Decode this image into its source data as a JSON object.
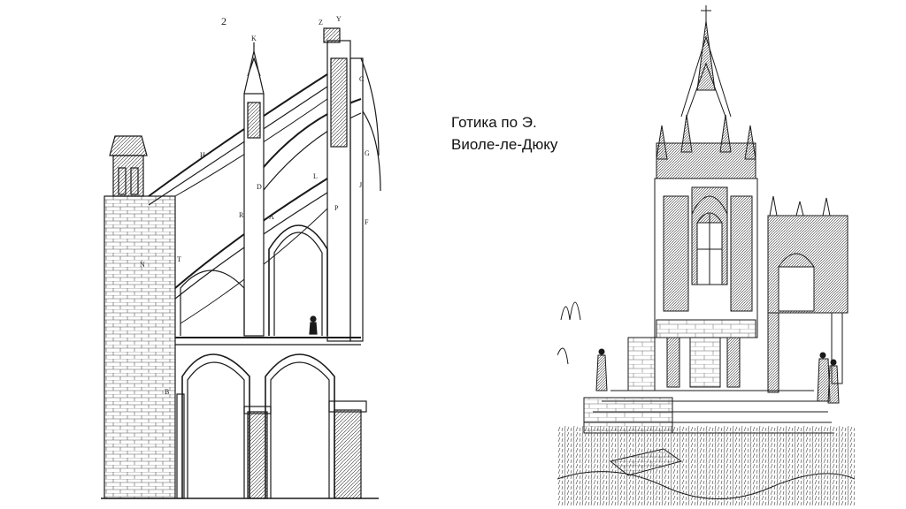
{
  "slide": {
    "caption_line1": "Готика по Э.",
    "caption_line2": "Виоле-ле-Дюку"
  },
  "left_drawing": {
    "plate_number": "2",
    "labels": [
      "K",
      "Z",
      "Y",
      "H",
      "D",
      "R",
      "A",
      "P",
      "N",
      "T",
      "C",
      "G",
      "J",
      "F",
      "L",
      "B"
    ]
  },
  "right_drawing": {},
  "colors": {
    "ink": "#1a1a1a",
    "paper": "#ffffff"
  }
}
